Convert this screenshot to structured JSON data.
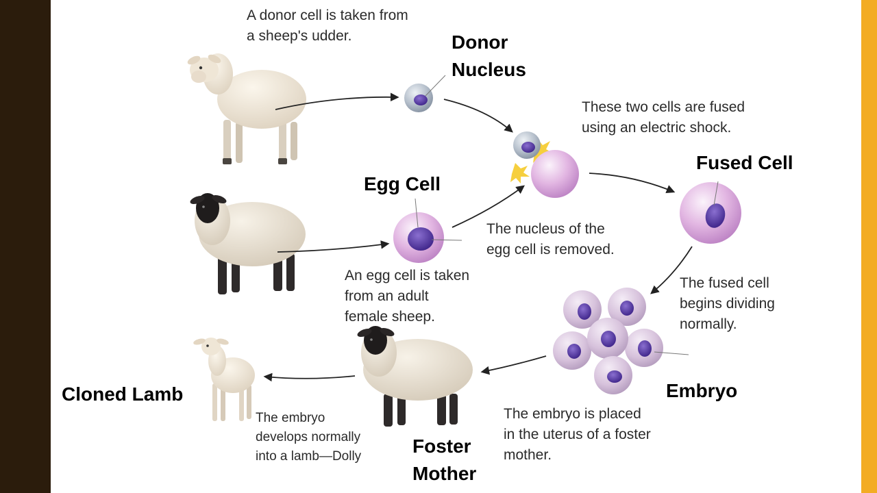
{
  "colors": {
    "left_bar": "#2b1c0c",
    "right_bar": "#f3ac23",
    "background": "#ffffff"
  },
  "titles": {
    "donor_nucleus": "Donor\nNucleus",
    "egg_cell": "Egg Cell",
    "fused_cell": "Fused Cell",
    "embryo": "Embryo",
    "foster_mother": "Foster\nMother",
    "cloned_lamb": "Cloned Lamb"
  },
  "captions": {
    "donor_cell": "A donor cell is taken from\na sheep's udder.",
    "fusion": "These two cells are fused\nusing an electric shock.",
    "nucleus_removed": "The nucleus of the\negg cell is removed.",
    "egg_taken": "An egg cell is taken\nfrom an adult\nfemale sheep.",
    "dividing": "The fused cell\nbegins dividing\nnormally.",
    "embryo_placed": "The embryo is placed\nin the uterus of a foster\nmother.",
    "lamb_develops": "The embryo\ndevelops normally\ninto a lamb—Dolly"
  },
  "icons": [
    "white-faced-sheep-icon",
    "black-faced-sheep-icon",
    "foster-sheep-icon",
    "lamb-icon",
    "donor-cell-icon",
    "egg-cell-icon",
    "fused-cell-icon",
    "embryo-cluster-icon",
    "electric-spark-icon"
  ]
}
